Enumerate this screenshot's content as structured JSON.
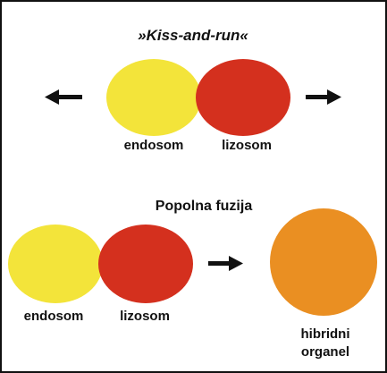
{
  "panel_top": {
    "title": "»Kiss-and-run«",
    "label_left": "endosom",
    "label_right": "lizosom"
  },
  "panel_bottom": {
    "title": "Popolna fuzija",
    "label_left": "endosom",
    "label_right": "lizosom",
    "label_result_line1": "hibridni",
    "label_result_line2": "organel"
  },
  "colors": {
    "endosome": "#f3e43a",
    "lysosome": "#d4301e",
    "hybrid": "#ea8f22",
    "arrow": "#111111",
    "border": "#111111"
  },
  "icons": {
    "arrow_left": "arrow-left-icon",
    "arrow_right": "arrow-right-icon"
  }
}
